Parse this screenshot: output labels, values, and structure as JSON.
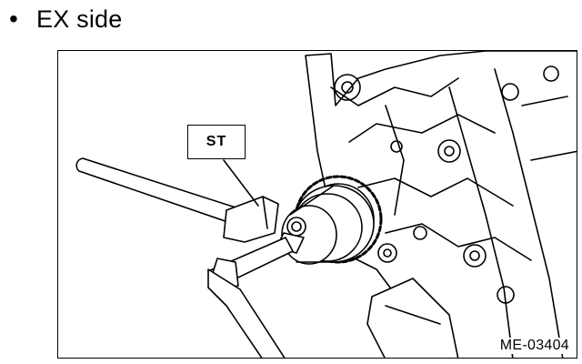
{
  "heading": {
    "bullet": "•",
    "text": "EX side"
  },
  "figure": {
    "callout_label": "ST",
    "figure_id": "ME-03404"
  },
  "colors": {
    "ink": "#000000",
    "paper": "#ffffff"
  },
  "icons": {
    "bullet": "bullet-dot-icon"
  }
}
